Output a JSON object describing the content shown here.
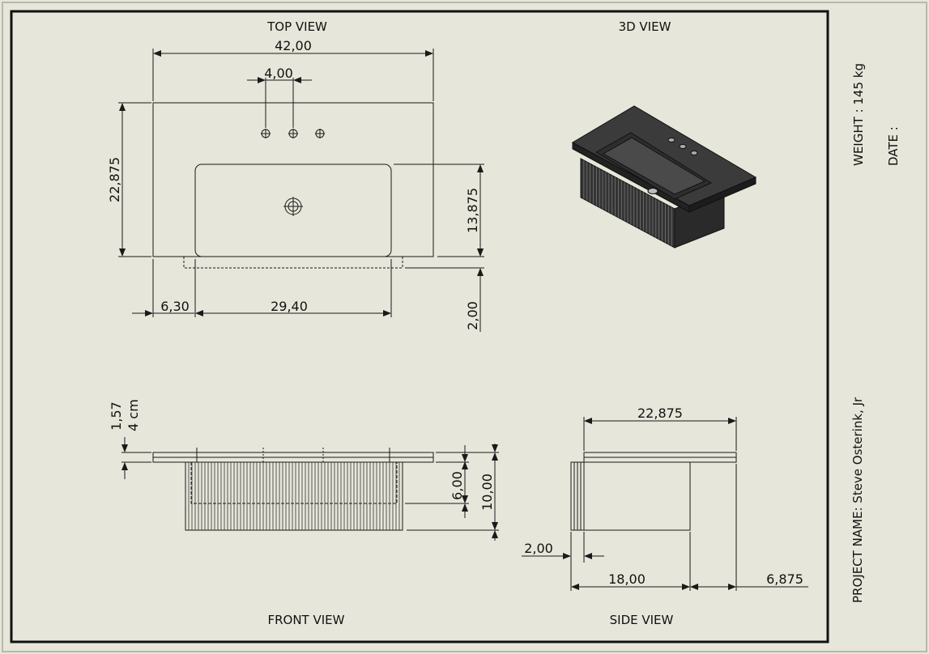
{
  "views": {
    "top": "TOP VIEW",
    "iso": "3D VIEW",
    "front": "FRONT VIEW",
    "side": "SIDE VIEW"
  },
  "dims": {
    "top_width": "42,00",
    "hole_spacing": "4,00",
    "top_depth": "22,875",
    "basin_depth": "13,875",
    "left_offset": "6,30",
    "basin_width": "29,40",
    "apron_drop": "2,00",
    "front_top_thk": "1,57",
    "front_top_thk_cm": "4 cm",
    "front_upper": "6,00",
    "front_height": "10,00",
    "side_width": "22,875",
    "side_panel": "2,00",
    "side_body": "18,00",
    "side_overhang": "6,875"
  },
  "title_block": {
    "weight": "WEIGHT : 145 kg",
    "date": "DATE :",
    "project": "PROJECT NAME: Steve Osterink, Jr"
  },
  "colors": {
    "background": "#e6e6da",
    "line": "#1a1a1a",
    "solid_dark": "#2b2b2b"
  }
}
